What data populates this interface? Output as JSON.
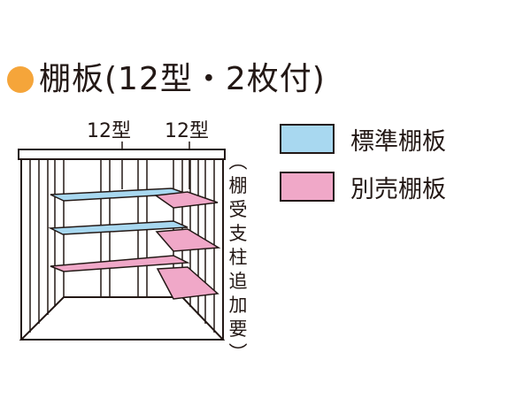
{
  "title": "棚板(12型・2枚付)",
  "labels": {
    "standard_size": "12型",
    "extra_size": "12型",
    "vertical_note": "(棚受支柱追加要)"
  },
  "legend": [
    {
      "label": "標準棚板",
      "color": "#a8d8f0"
    },
    {
      "label": "別売棚板",
      "color": "#f0a8c8"
    }
  ],
  "colors": {
    "accent_dot": "#f5a53a",
    "line": "#231815"
  }
}
